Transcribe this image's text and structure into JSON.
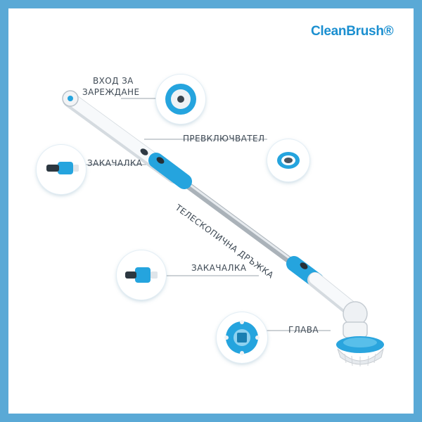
{
  "brand": {
    "name": "CleanBrush®",
    "color": "#1b8fd0"
  },
  "labels": {
    "charging_port": [
      "ВХОД ЗА",
      "ЗАРЕЖДАНЕ"
    ],
    "switch": "ПРЕВКЛЮЧВАТЕЛ",
    "clip_top": "ЗАКАЧАЛКА",
    "handle": "ТЕЛЕСКОПИЧНА ДРЪЖКА",
    "clip_bottom": "ЗАКАЧАЛКА",
    "head": "ГЛАВА"
  },
  "colors": {
    "frame": "#5aa9d6",
    "accent": "#25a4de",
    "body": "#f4f6f8",
    "shaft": "#c9ced3",
    "text": "#3f4a55"
  }
}
